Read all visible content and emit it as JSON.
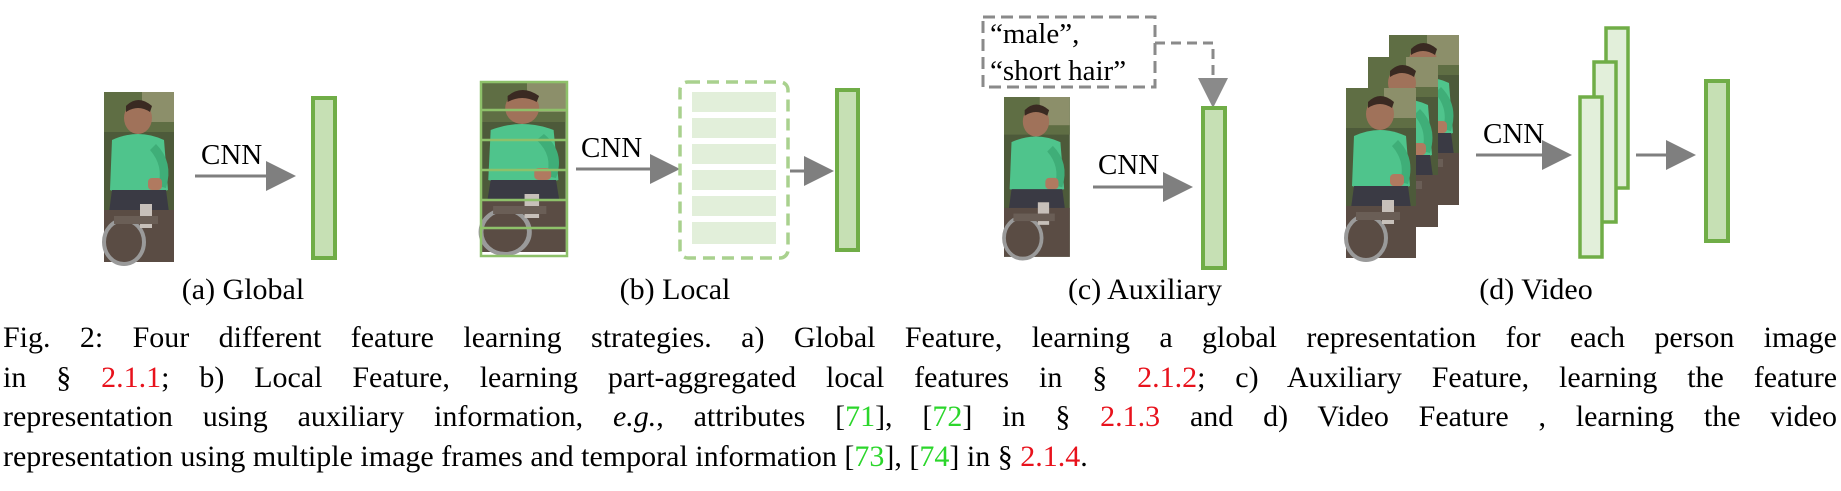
{
  "panels": {
    "global": {
      "label": "(a) Global",
      "arrow_label": "CNN"
    },
    "local": {
      "label": "(b) Local",
      "arrow_label": "CNN"
    },
    "auxiliary": {
      "label": "(c) Auxiliary",
      "arrow_label": "CNN",
      "attribute_line1": "“male”,",
      "attribute_line2": "“short hair”"
    },
    "video": {
      "label": "(d) Video",
      "arrow_label": "CNN"
    }
  },
  "caption": {
    "l1": "Fig. 2: Four different feature learning strategies. a) Global Feature, learning a global representation for each person image",
    "l2_a": "in § ",
    "l2_ref1": "2.1.1",
    "l2_b": "; b) Local Feature, learning part-aggregated local features in § ",
    "l2_ref2": "2.1.2",
    "l2_c": "; c) Auxiliary Feature, learning the feature",
    "l3_a": "representation using auxiliary information, ",
    "l3_eg": "e.g.",
    "l3_b": ", attributes [",
    "l3_c71": "71",
    "l3_c": "], [",
    "l3_c72": "72",
    "l3_d": "] in § ",
    "l3_ref3": "2.1.3",
    "l3_e": " and d) Video Feature , learning the video",
    "l4_a": "representation using multiple image frames and temporal information [",
    "l4_c73": "73",
    "l4_b": "], [",
    "l4_c74": "74",
    "l4_c": "] in § ",
    "l4_ref4": "2.1.4",
    "l4_d": "."
  },
  "colors": {
    "feature_fill": "#c6e0b4",
    "feature_stroke": "#70ad47",
    "arrow": "#7f7f7f",
    "ref_red": "#e8121c",
    "cite_green": "#2bd62b"
  }
}
